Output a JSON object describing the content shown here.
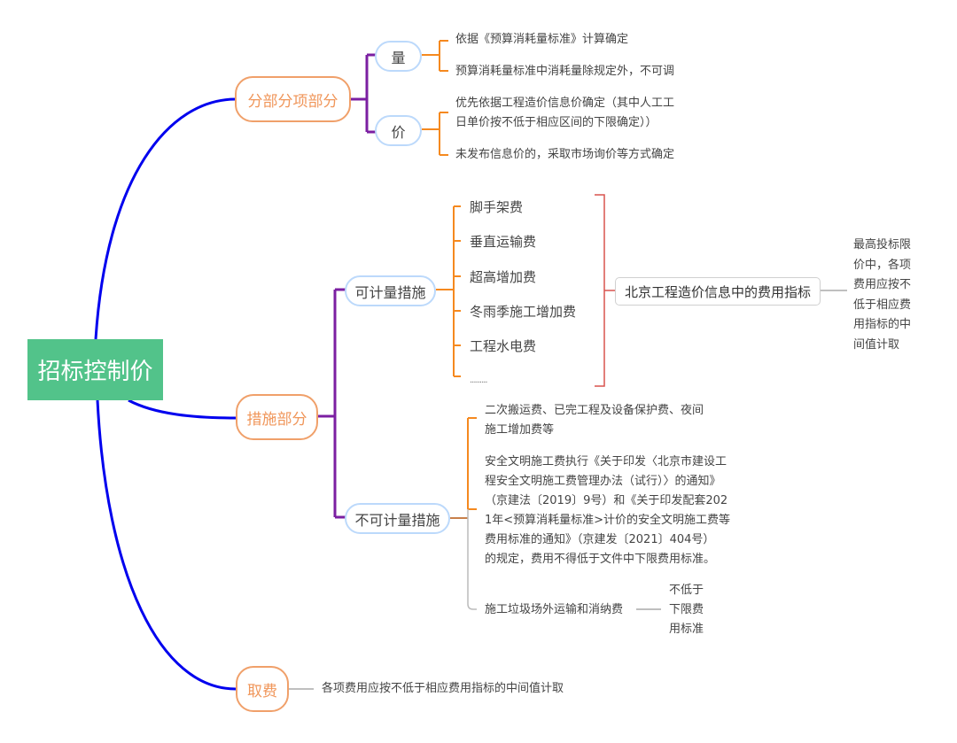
{
  "colors": {
    "root_bg": "#52c38a",
    "main_link": "#0000ee",
    "l1_border": "#f0a06a",
    "l1_text": "#f0965a",
    "l2_link": "#7b1fa2",
    "l2_border": "#bcd9fb",
    "leaf_link": "#f5891f",
    "bracket": "#d9534f",
    "gray_link": "#bbbbbb"
  },
  "root": {
    "label": "招标控制价"
  },
  "branches": {
    "fenbu": {
      "label": "分部分项部分",
      "liang": {
        "label": "量",
        "items": [
          "依据《预算消耗量标准》计算确定",
          "预算消耗量标准中消耗量除规定外，不可调"
        ]
      },
      "jia": {
        "label": "价",
        "items": [
          [
            "优先依据工程造价信息价确定（其中人工工",
            "日单价按不低于相应区间的下限确定））"
          ],
          "未发布信息价的，采取市场询价等方式确定"
        ]
      }
    },
    "cuoshi": {
      "label": "措施部分",
      "jiliang": {
        "label": "可计量措施",
        "items": [
          "脚手架费",
          "垂直运输费",
          "超高增加费",
          "冬雨季施工增加费",
          "工程水电费",
          "........."
        ],
        "summary": {
          "label": "北京工程造价信息中的费用指标",
          "note": [
            "最高投标限",
            "价中，各项",
            "费用应按不",
            "低于相应费",
            "用指标的中",
            "间值计取"
          ]
        }
      },
      "bukejiliang": {
        "label": "不可计量措施",
        "items": [
          [
            "二次搬运费、已完工程及设备保护费、夜间",
            "施工增加费等"
          ],
          [
            "安全文明施工费执行《关于印发〈北京市建设工",
            "程安全文明施工费管理办法（试行）〉的通知》",
            "（京建法〔2019〕9号）和《关于印发配套202",
            "1年<预算消耗量标准>计价的安全文明施工费等",
            "费用标准的通知》（京建发〔2021〕404号）",
            "的规定，费用不得低于文件中下限费用标准。"
          ],
          "施工垃圾场外运输和消纳费"
        ],
        "last_note": [
          "不低于",
          "下限费",
          "用标准"
        ]
      }
    },
    "qufei": {
      "label": "取费",
      "note": "各项费用应按不低于相应费用指标的中间值计取"
    }
  }
}
